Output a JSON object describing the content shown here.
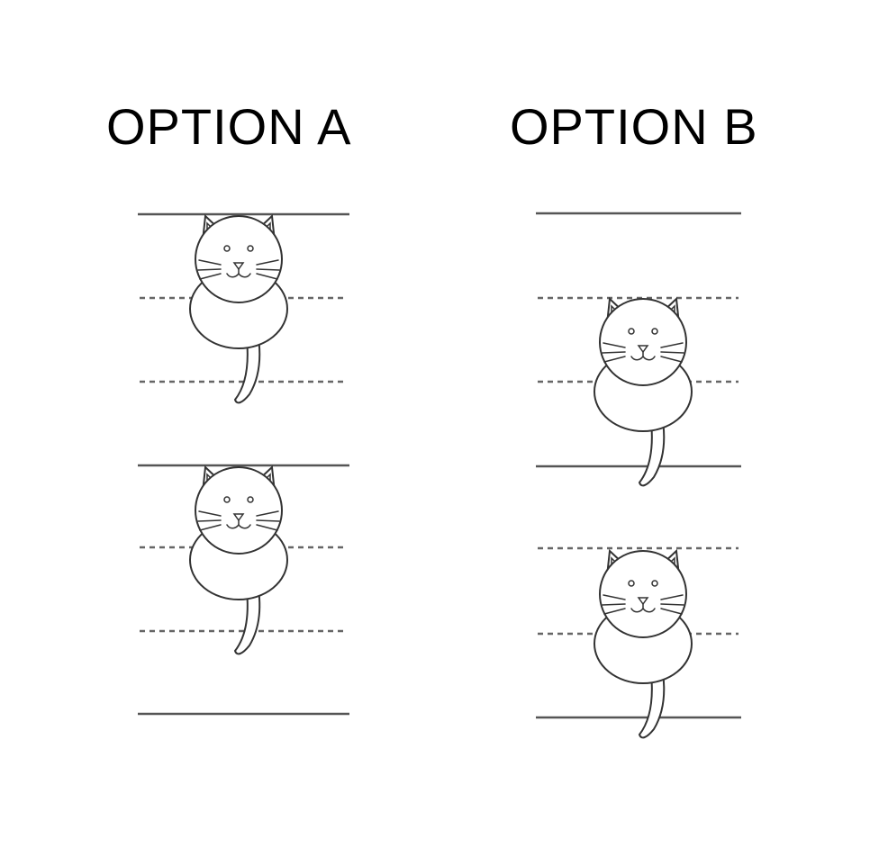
{
  "options": [
    {
      "title": "OPTION A",
      "cat_count": 2,
      "cat_placement": "head between top line and midline, body between midline and baseline, tail descends from body to next line"
    },
    {
      "title": "OPTION B",
      "cat_count": 2,
      "cat_placement": "head between dashed lines, body between lower dashed line and baseline, tail hangs below baseline"
    }
  ]
}
